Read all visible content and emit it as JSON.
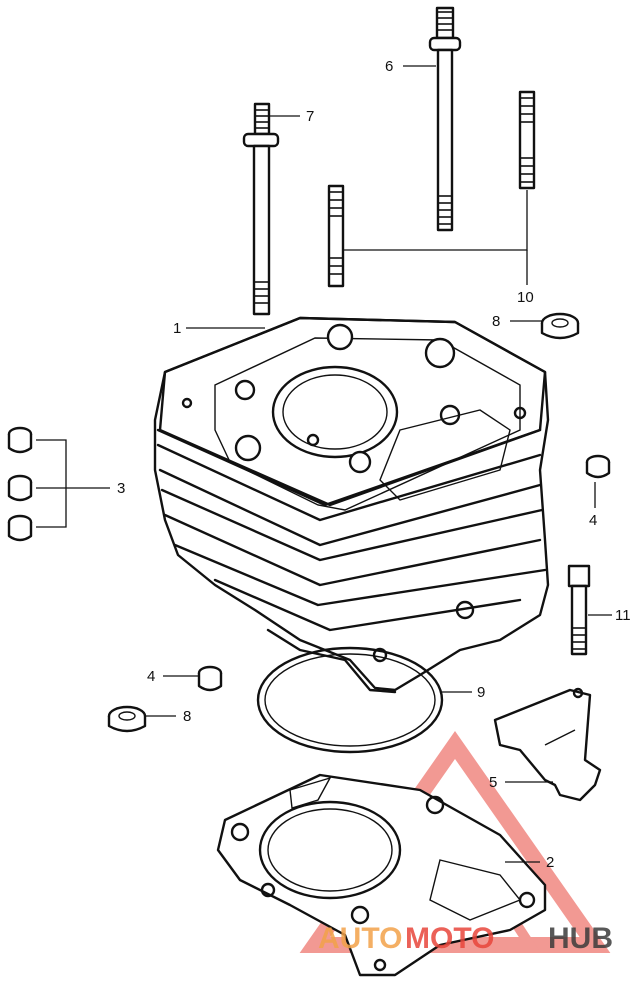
{
  "callouts": [
    {
      "id": "1",
      "label": "1"
    },
    {
      "id": "2",
      "label": "2"
    },
    {
      "id": "3",
      "label": "3"
    },
    {
      "id": "4a",
      "label": "4"
    },
    {
      "id": "4b",
      "label": "4"
    },
    {
      "id": "5",
      "label": "5"
    },
    {
      "id": "6",
      "label": "6"
    },
    {
      "id": "7",
      "label": "7"
    },
    {
      "id": "8a",
      "label": "8"
    },
    {
      "id": "8b",
      "label": "8"
    },
    {
      "id": "9",
      "label": "9"
    },
    {
      "id": "10",
      "label": "10"
    },
    {
      "id": "11",
      "label": "11"
    }
  ],
  "watermark": {
    "part1": "AUTO",
    "part2": "MOTO",
    "part3": "HUB",
    "color_red": "#e8463c",
    "color_orange": "#f3a24a",
    "color_dark": "#3c3c3c"
  }
}
